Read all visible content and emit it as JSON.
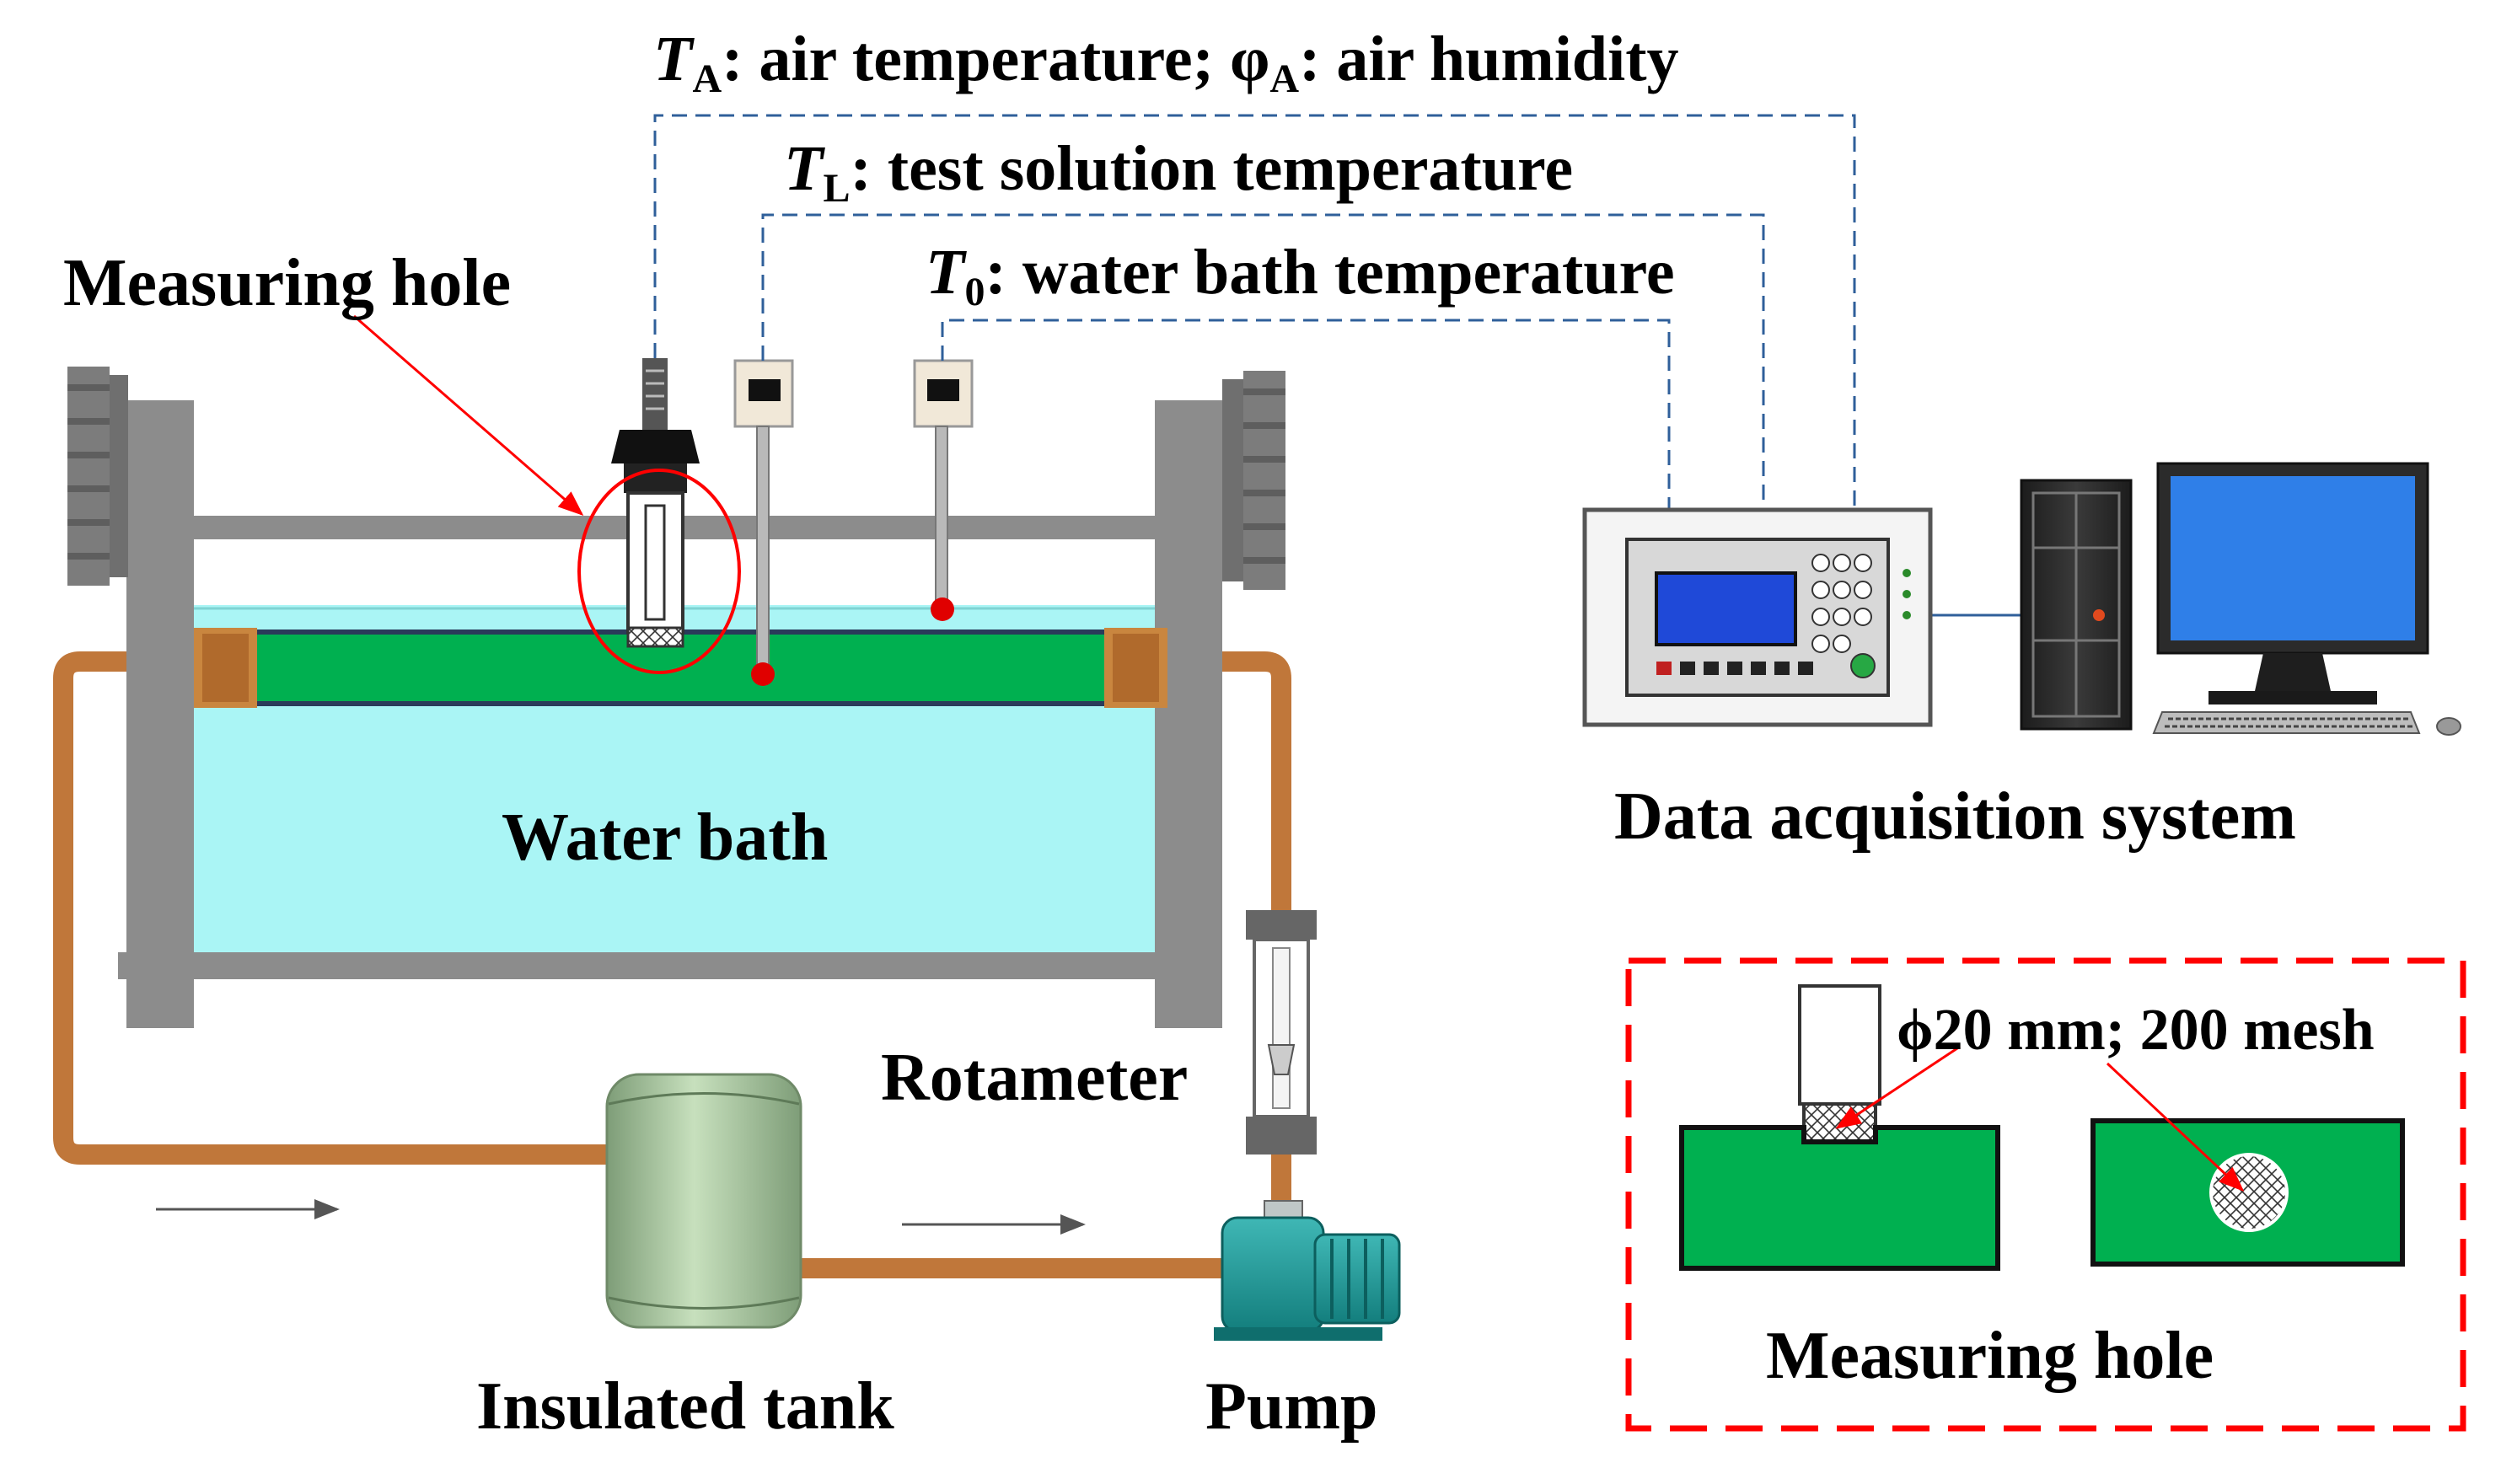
{
  "labels": {
    "air_sym": "T",
    "air_sub": "A",
    "air_text": ": air temperature; ",
    "hum_sym": "φ",
    "hum_sub": "A",
    "hum_text": ": air humidity",
    "sol_sym": "T",
    "sol_sub": "L",
    "sol_text": ": test solution temperature",
    "bath_sym": "T",
    "bath_sub": "0",
    "bath_text": ": water bath temperature",
    "measuring_hole_main": "Measuring hole",
    "water_bath": "Water bath",
    "rotameter": "Rotameter",
    "insulated_tank": "Insulated tank",
    "pump": "Pump",
    "data_acquisition": "Data acquisition system",
    "hole_spec": "ϕ20 mm; 200 mesh",
    "measuring_hole_detail": "Measuring hole"
  },
  "colors": {
    "frame": "#8c8c8c",
    "water": "#aaf5f5",
    "sample": "#00b050",
    "pipe": "#c0773a",
    "signal_line": "#2f5f9a",
    "sensor_dot": "#e00000",
    "callout": "#ff0000",
    "detail_border": "#ff0000",
    "screen": "#1f49d8"
  }
}
